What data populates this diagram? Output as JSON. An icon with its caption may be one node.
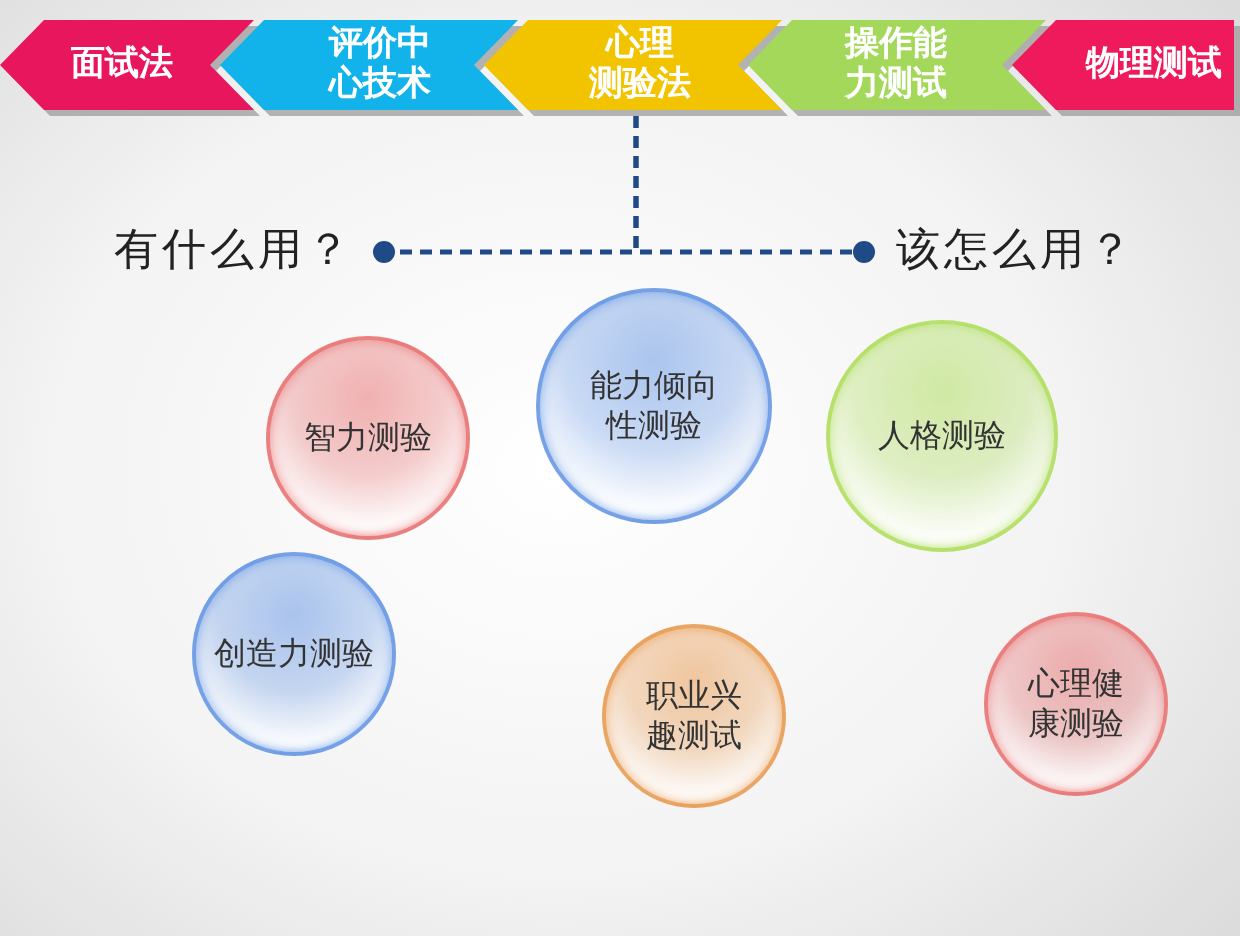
{
  "diagram": {
    "nodes": [
      {
        "text": [
          "面试法"
        ]
      },
      {
        "text": [
          "评价中心技术"
        ]
      },
      {
        "text": [
          "心理测验法"
        ]
      },
      {
        "text": [
          "操作能力测试"
        ]
      },
      {
        "text": [
          "物理测试"
        ]
      },
      {
        "text": [
          "有什么用？"
        ]
      },
      {
        "text": [
          "该怎么用？"
        ]
      },
      {
        "text": [
          "智力测验"
        ]
      },
      {
        "text": [
          "能力倾向性测验"
        ]
      },
      {
        "text": [
          "人格测验"
        ]
      },
      {
        "text": [
          "创造力测验"
        ]
      },
      {
        "text": [
          "职业兴趣测试"
        ]
      },
      {
        "text": [
          "心理健康测验"
        ]
      }
    ],
    "edges": [
      {
        "from": 2,
        "to": 5,
        "arrow": "other",
        "style": "dashed"
      },
      {
        "from": 2,
        "to": 6,
        "arrow": "other",
        "style": "dashed"
      }
    ]
  }
}
